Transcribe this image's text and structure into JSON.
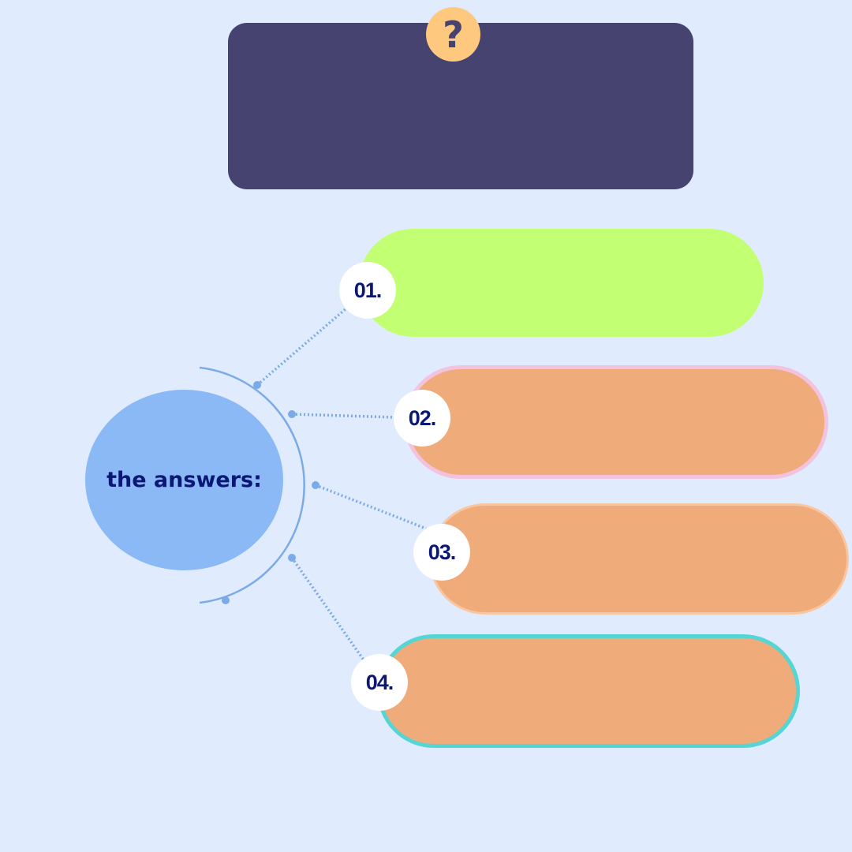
{
  "question": {
    "icon": "question-mark-icon",
    "symbol": "?"
  },
  "hub": {
    "label": "the answers:"
  },
  "answers": [
    {
      "number": "01.",
      "fill": "#c2ff72"
    },
    {
      "number": "02.",
      "fill": "#f0ab7a",
      "border": "#f3c2de"
    },
    {
      "number": "03.",
      "fill": "#f0ab7a",
      "border": "#f8c7a2"
    },
    {
      "number": "04.",
      "fill": "#f0ab7a",
      "border": "#57d4d4"
    }
  ],
  "colors": {
    "background": "#e0ecfd",
    "question_card": "#474370",
    "question_icon": "#fec97f",
    "hub": "#8bb9f6",
    "connector": "#7aaae8",
    "text_dark": "#0b1775"
  }
}
